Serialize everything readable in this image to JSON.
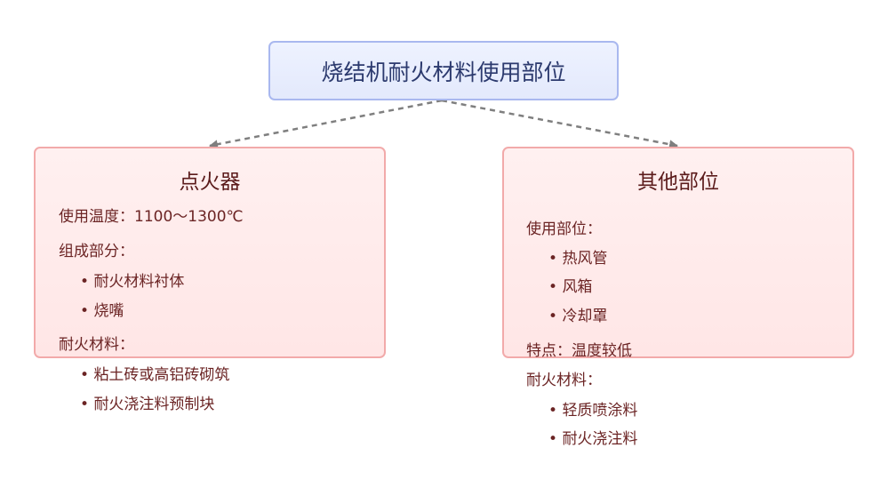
{
  "root": {
    "title": "烧结机耐火材料使用部位"
  },
  "left": {
    "title": "点火器",
    "temperature": "使用温度：1100～1300℃",
    "composition_label": "组成部分：",
    "composition_items": [
      "耐火材料衬体",
      "烧嘴"
    ],
    "material_label": "耐火材料：",
    "material_items": [
      "粘土砖或高铝砖砌筑",
      "耐火浇注料预制块"
    ]
  },
  "right": {
    "title": "其他部位",
    "parts_label": "使用部位：",
    "parts_items": [
      "热风管",
      "风箱",
      "冷却罩"
    ],
    "feature": "特点：温度较低",
    "material_label": "耐火材料：",
    "material_items": [
      "轻质喷涂料",
      "耐火浇注料"
    ]
  },
  "colors": {
    "root_fill": "#e8edfd",
    "root_border": "#a9b8ef",
    "card_fill": "#ffebeb",
    "card_border": "#f2aaaa",
    "connector": "#7f7f7f"
  }
}
